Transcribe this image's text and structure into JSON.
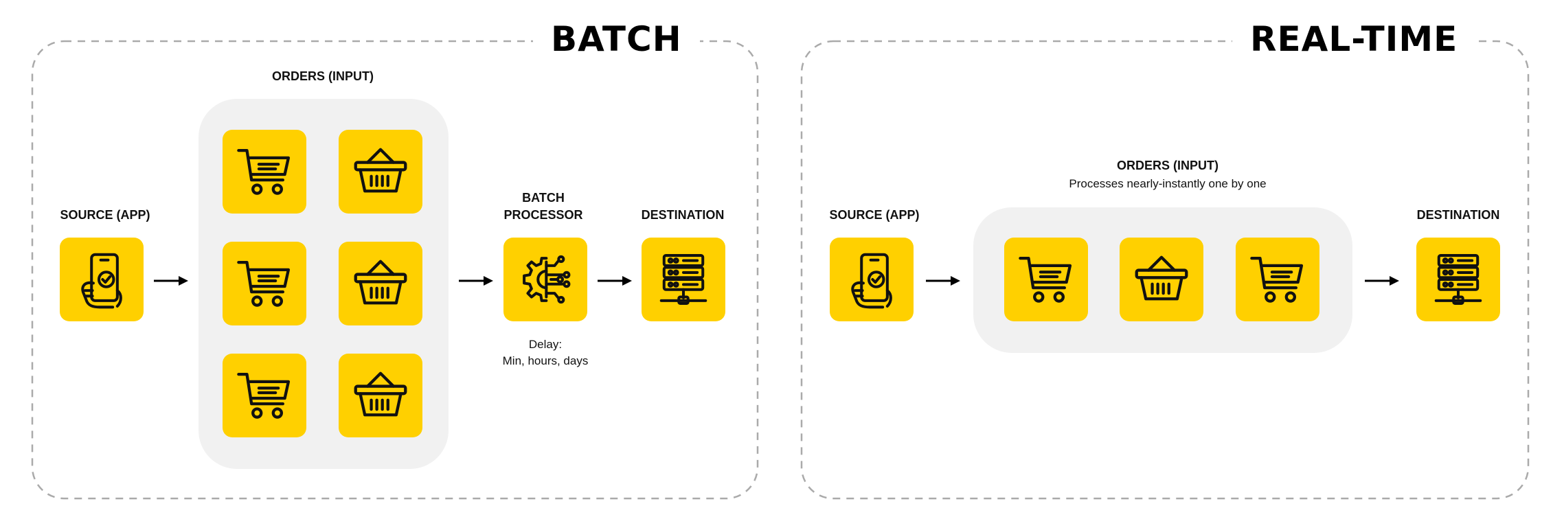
{
  "batch": {
    "title": "BATCH",
    "source_label": "SOURCE (APP)",
    "orders_label": "ORDERS (INPUT)",
    "processor_label_line1": "BATCH",
    "processor_label_line2": "PROCESSOR",
    "destination_label": "DESTINATION",
    "delay_line1": "Delay:",
    "delay_line2": "Min, hours, days"
  },
  "realtime": {
    "title": "REAL-TIME",
    "source_label": "SOURCE (APP)",
    "orders_label": "ORDERS (INPUT)",
    "orders_sublabel": "Processes nearly-instantly one by one",
    "destination_label": "DESTINATION"
  },
  "colors": {
    "tile": "#FFD000",
    "group_background": "#F1F1F1",
    "dashed_border": "#AAAAAA",
    "icon_stroke": "#111111"
  },
  "icons": [
    "phone-check-icon",
    "cart-icon",
    "basket-icon",
    "gear-network-icon",
    "server-icon",
    "arrow-right-icon"
  ]
}
